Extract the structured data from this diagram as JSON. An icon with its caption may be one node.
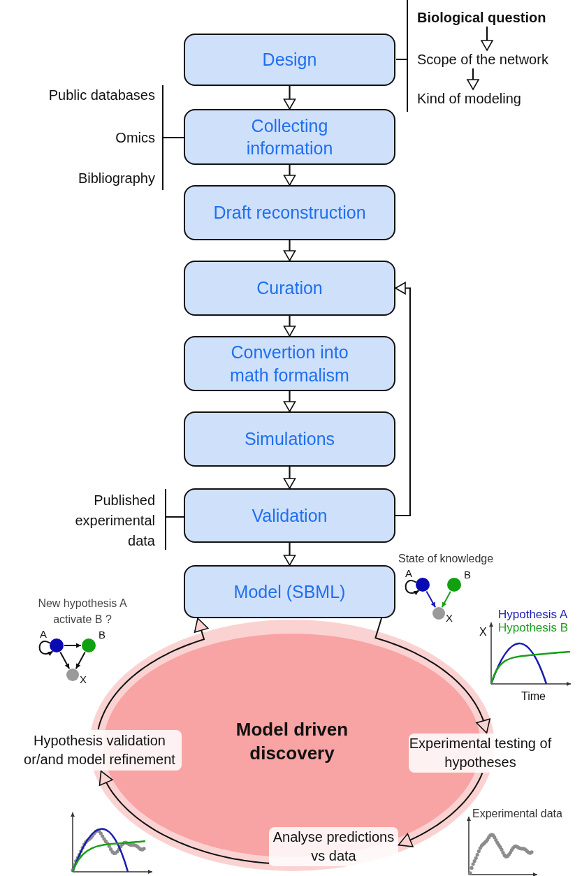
{
  "diagram": {
    "nodes": [
      {
        "text": [
          "Design"
        ]
      },
      {
        "text": [
          "Biological question"
        ]
      },
      {
        "text": [
          "Scope of the network"
        ]
      },
      {
        "text": [
          "Kind of modeling"
        ]
      },
      {
        "text": [
          "Collecting information"
        ]
      },
      {
        "text": [
          "Draft reconstruction"
        ]
      },
      {
        "text": [
          "Curation"
        ]
      },
      {
        "text": [
          "Convertion into math formalism"
        ]
      },
      {
        "text": [
          "Simulations"
        ]
      },
      {
        "text": [
          "Validation"
        ]
      },
      {
        "text": [
          "Model (SBML)"
        ]
      },
      {
        "text": [],
        "shape": "circle",
        "beside": [
          "A"
        ]
      },
      {
        "text": [],
        "shape": "circle",
        "beside": [
          "B"
        ]
      },
      {
        "text": [],
        "shape": "circle",
        "beside": [
          "X"
        ]
      },
      {
        "text": [],
        "shape": "circle",
        "beside": [
          "A"
        ]
      },
      {
        "text": [],
        "shape": "circle",
        "beside": [
          "B"
        ]
      },
      {
        "text": [],
        "shape": "circle",
        "beside": [
          "X"
        ]
      },
      {
        "text": [
          "Model driven discovery"
        ]
      },
      {
        "text": [
          "Hypothesis validation or/and model refinement"
        ]
      },
      {
        "text": [
          "Experimental testing of hypotheses"
        ]
      },
      {
        "text": [
          "Analyse predictions vs data"
        ],
        "in": 17
      }
    ],
    "edges": [
      {
        "from": 1,
        "to": 2,
        "arrow": "to"
      },
      {
        "from": 2,
        "to": 3,
        "arrow": "to"
      },
      {
        "from": 0,
        "to": 4,
        "arrow": "to"
      },
      {
        "from": 4,
        "to": 5,
        "arrow": "to"
      },
      {
        "from": 5,
        "to": 6,
        "arrow": "to"
      },
      {
        "from": 6,
        "to": 7,
        "arrow": "to"
      },
      {
        "from": 7,
        "to": 8,
        "arrow": "to"
      },
      {
        "from": 8,
        "to": 9,
        "arrow": "to"
      },
      {
        "from": 9,
        "to": 6,
        "arrow": "to"
      },
      {
        "from": 9,
        "to": 10,
        "arrow": "to"
      },
      {
        "from": 11,
        "to": 11,
        "arrow": "to"
      },
      {
        "from": 11,
        "to": 13,
        "arrow": "to",
        "color": "#1a1ab4"
      },
      {
        "from": 12,
        "to": 13,
        "arrow": "to",
        "color": "#1a9e1a"
      },
      {
        "from": 14,
        "to": 14,
        "arrow": "to"
      },
      {
        "from": 14,
        "to": 15,
        "arrow": "to"
      },
      {
        "from": 14,
        "to": 16,
        "arrow": "to"
      },
      {
        "from": 15,
        "to": 16,
        "arrow": "to"
      },
      {
        "from": 10,
        "to": 19,
        "arrow": "to"
      },
      {
        "from": 19,
        "to": 20,
        "arrow": "to"
      },
      {
        "from": 20,
        "to": 18,
        "arrow": "to"
      },
      {
        "from": 18,
        "to": 10,
        "arrow": "to"
      }
    ],
    "labels": [
      "Public databases",
      "Omics",
      "Bibliography",
      "Published experimental data",
      "New hypothesis A activate B ?",
      "State of knowledge",
      "X",
      "Time",
      "Experimental data"
    ],
    "legend": [
      {
        "text": "Hypothesis A",
        "color": "#1a1ab4"
      },
      {
        "text": "Hypothesis B",
        "color": "#1a9e1a"
      }
    ]
  }
}
